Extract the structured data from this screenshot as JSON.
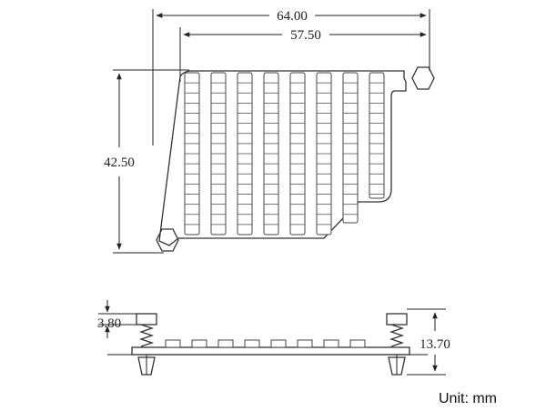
{
  "dimensions": {
    "overall_width": "64.00",
    "hole_spacing": "57.50",
    "height": "42.50",
    "pin_head": "3.80",
    "total_height": "13.70"
  },
  "unit_label": "Unit:  mm",
  "fins": {
    "count": 8,
    "ribs": 16
  },
  "side_fins": 8
}
